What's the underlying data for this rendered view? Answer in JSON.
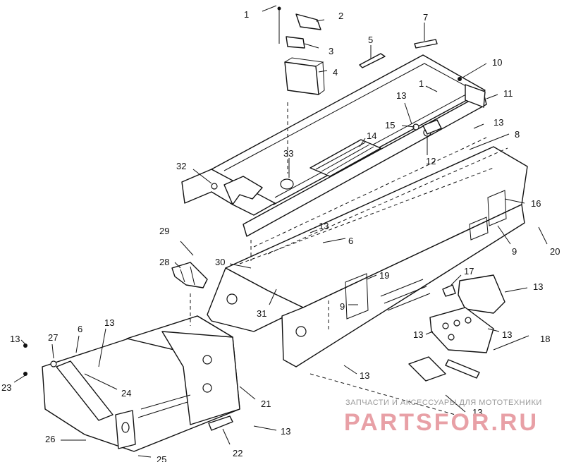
{
  "diagram": {
    "callouts": [
      {
        "id": "c1a",
        "label": "1"
      },
      {
        "id": "c2",
        "label": "2"
      },
      {
        "id": "c3",
        "label": "3"
      },
      {
        "id": "c4",
        "label": "4"
      },
      {
        "id": "c5",
        "label": "5"
      },
      {
        "id": "c7",
        "label": "7"
      },
      {
        "id": "c10",
        "label": "10"
      },
      {
        "id": "c1b",
        "label": "1"
      },
      {
        "id": "c11",
        "label": "11"
      },
      {
        "id": "c13a",
        "label": "13"
      },
      {
        "id": "c15",
        "label": "15"
      },
      {
        "id": "c13b",
        "label": "13"
      },
      {
        "id": "c8",
        "label": "8"
      },
      {
        "id": "c14",
        "label": "14"
      },
      {
        "id": "c12",
        "label": "12"
      },
      {
        "id": "c32",
        "label": "32"
      },
      {
        "id": "c33",
        "label": "33"
      },
      {
        "id": "c16",
        "label": "16"
      },
      {
        "id": "c13c",
        "label": "13"
      },
      {
        "id": "c6a",
        "label": "6"
      },
      {
        "id": "c29",
        "label": "29"
      },
      {
        "id": "c9a",
        "label": "9"
      },
      {
        "id": "c20",
        "label": "20"
      },
      {
        "id": "c28",
        "label": "28"
      },
      {
        "id": "c30",
        "label": "30"
      },
      {
        "id": "c19",
        "label": "19"
      },
      {
        "id": "c17",
        "label": "17"
      },
      {
        "id": "c13d",
        "label": "13"
      },
      {
        "id": "c31",
        "label": "31"
      },
      {
        "id": "c9b",
        "label": "9"
      },
      {
        "id": "c13e",
        "label": "13"
      },
      {
        "id": "c13f",
        "label": "13"
      },
      {
        "id": "c18",
        "label": "18"
      },
      {
        "id": "c13g",
        "label": "13"
      },
      {
        "id": "c6b",
        "label": "6"
      },
      {
        "id": "c13h",
        "label": "13"
      },
      {
        "id": "c27",
        "label": "27"
      },
      {
        "id": "c23",
        "label": "23"
      },
      {
        "id": "c24",
        "label": "24"
      },
      {
        "id": "c13i",
        "label": "13"
      },
      {
        "id": "c21",
        "label": "21"
      },
      {
        "id": "c13j",
        "label": "13"
      },
      {
        "id": "c13k",
        "label": "13"
      },
      {
        "id": "c22",
        "label": "22"
      },
      {
        "id": "c26",
        "label": "26"
      },
      {
        "id": "c25",
        "label": "25"
      }
    ]
  },
  "watermark": {
    "line": "ЗАПЧАСТИ И АКСЕССУАРЫ ДЛЯ МОТОТЕХНИКИ",
    "brand": "PARTSFOR.RU",
    "color": "#e8a0a6"
  }
}
